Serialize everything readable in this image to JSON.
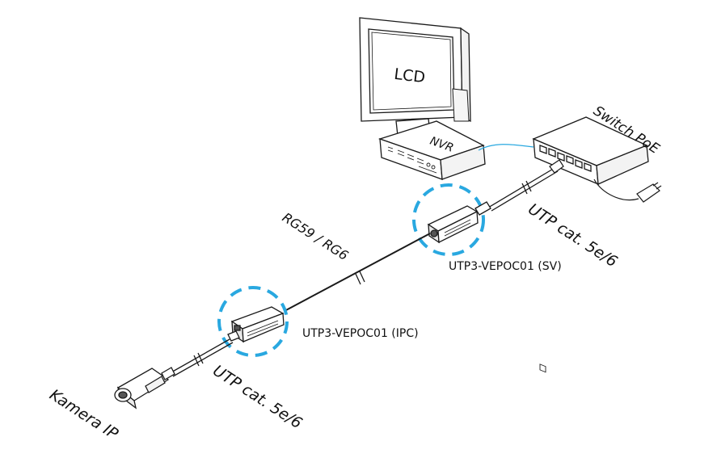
{
  "labels": {
    "lcd": "LCD",
    "nvr": "NVR",
    "switch": "Switch PoE",
    "utp_top": "UTP cat. 5e/6",
    "coax": "RG59 / RG6",
    "device_sv": "UTP3-VEPOC01 (SV)",
    "device_ipc": "UTP3-VEPOC01 (IPC)",
    "utp_bottom": "UTP cat. 5e/6",
    "camera": "Kamera IP"
  },
  "colors": {
    "line": "#1a1a1a",
    "highlight": "#29a8e0",
    "network_link": "#29a8e0"
  }
}
